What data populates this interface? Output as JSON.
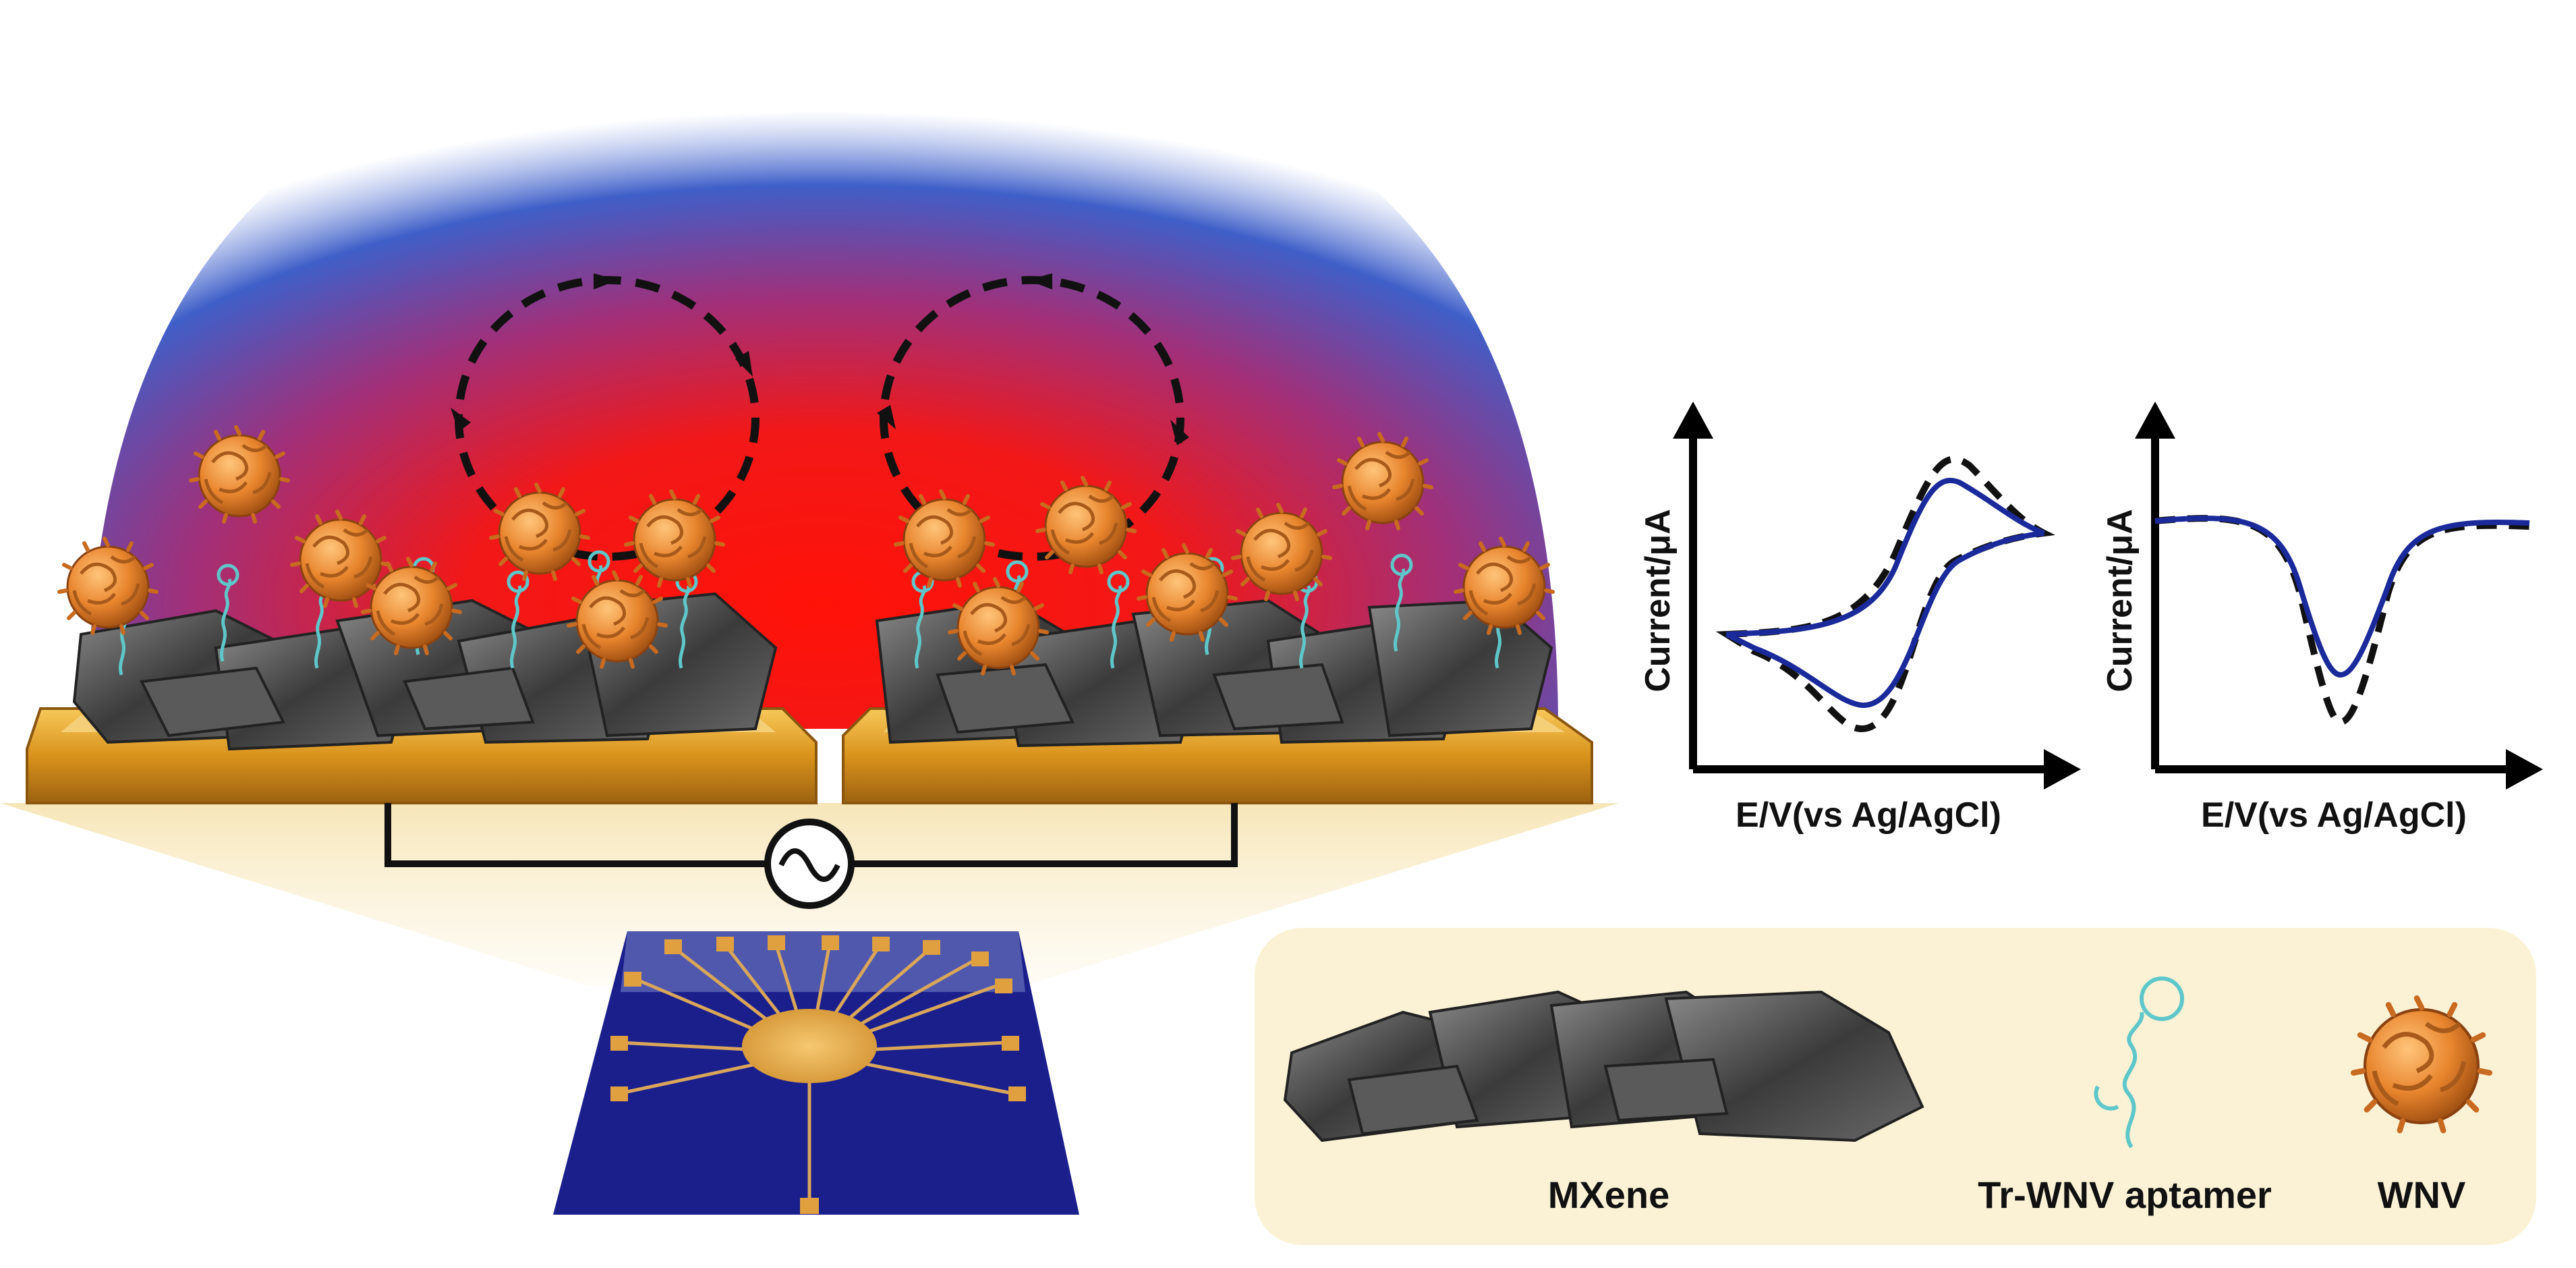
{
  "colors": {
    "background": "#ffffff",
    "dome_center": "#ff1a10",
    "dome_edge": "#3f5fc8",
    "gold": "#e8a92e",
    "mxene_grey": "#4a4a4a",
    "aptamer": "#5fc7c9",
    "virus_orange": "#e88a35",
    "substrate_blue": "#1b1f8c",
    "curve_blue": "#1b2a9a",
    "curve_dashed": "#111111",
    "legend_bg": "#fbf2d6"
  },
  "icons": {
    "ac_source": "ac-voltage-source-icon",
    "field_loops": "dashed-arrow-loop-icon"
  },
  "graphs": {
    "cv": {
      "ylabel": "Current/μA",
      "xlabel": "E/V(vs Ag/AgCl)"
    },
    "dpv": {
      "ylabel": "Current/μA",
      "xlabel": "E/V(vs Ag/AgCl)"
    }
  },
  "legend": {
    "items": [
      {
        "label": "MXene",
        "icon": "mxene-flakes-icon"
      },
      {
        "label": "Tr-WNV aptamer",
        "icon": "aptamer-icon"
      },
      {
        "label": "WNV",
        "icon": "virus-icon"
      }
    ]
  }
}
